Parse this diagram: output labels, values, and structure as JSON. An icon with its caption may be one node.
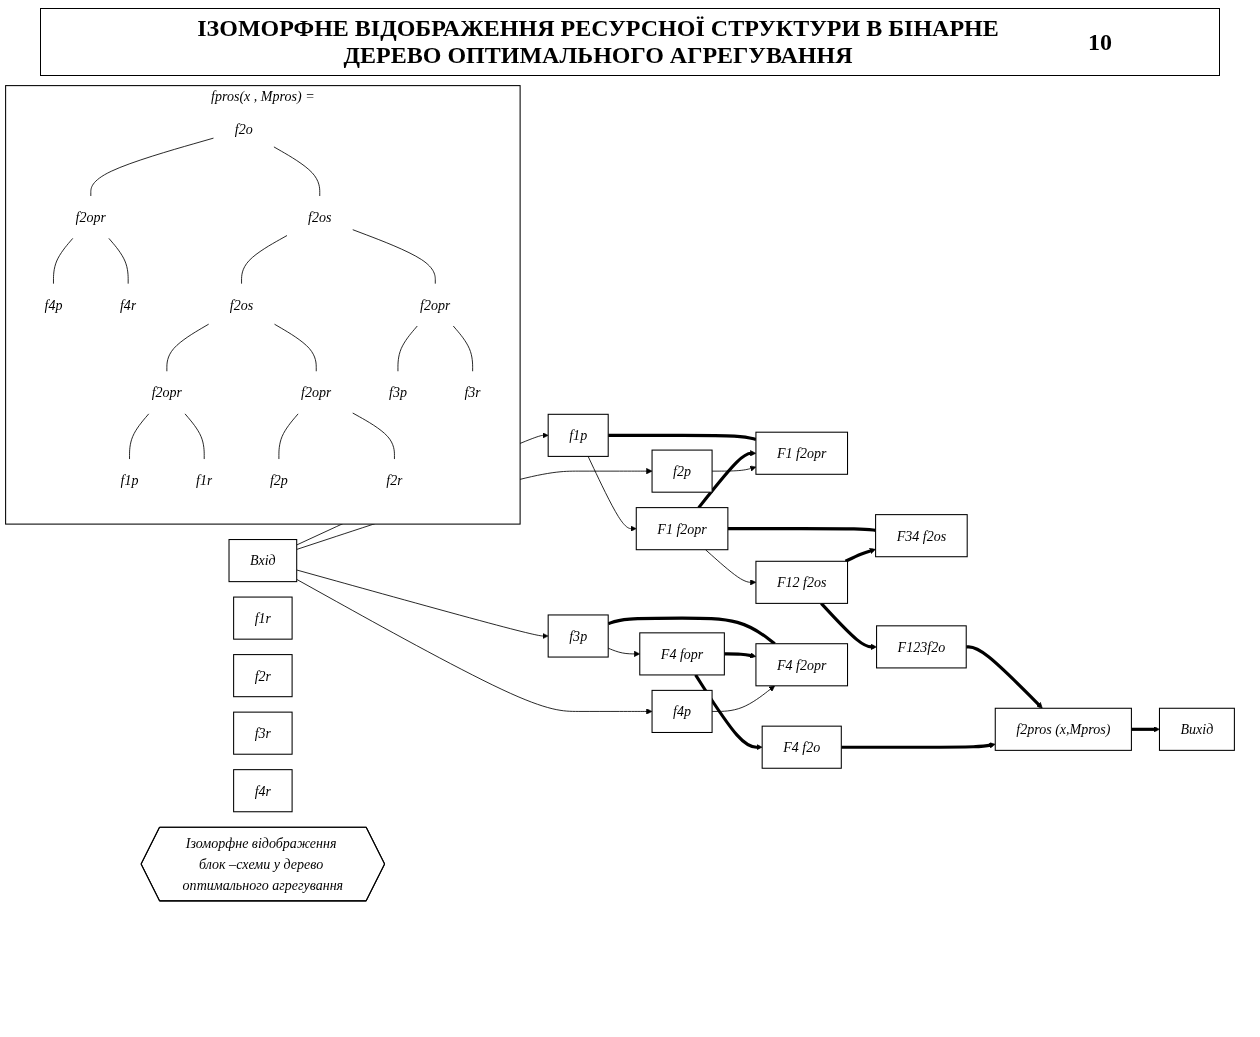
{
  "diagram": {
    "title": "ІЗОМОРФНЕ ВІДОБРАЖЕННЯ РЕСУРСНОЇ СТРУКТУРИ В БІНАРНЕ ДЕРЕВО ОПТИМАЛЬНОГО АГРЕГУВАННЯ",
    "labels": [
      "10"
    ],
    "nodes": [
      {
        "text": [
          "f1p"
        ]
      },
      {
        "text": [
          "f1r"
        ]
      },
      {
        "text": [
          "F1 f2opr"
        ]
      },
      {
        "text": [
          "F1 f2opr"
        ]
      },
      {
        "text": [
          "f2p"
        ]
      },
      {
        "text": [
          "f2r"
        ]
      },
      {
        "text": [
          "F12 f2os"
        ]
      },
      {
        "text": [
          "F34 f2os"
        ]
      },
      {
        "text": [
          "F123f2o"
        ]
      },
      {
        "text": [
          "f2pros (x,Mpros)"
        ]
      },
      {
        "text": [
          "F4 f2o"
        ]
      },
      {
        "text": [
          "f3p"
        ]
      },
      {
        "text": [
          "f3r"
        ]
      },
      {
        "text": [
          "F4 fopr"
        ]
      },
      {
        "text": [
          "F4 f2opr"
        ]
      },
      {
        "text": [
          "f4p"
        ]
      },
      {
        "text": [
          "f4r"
        ]
      },
      {
        "text": [
          "Вхід"
        ]
      },
      {
        "text": [
          "Вихід"
        ]
      },
      {
        "text": [
          "Ізоморфне відображення блок –схеми у дерево оптимального агрегування"
        ]
      },
      {
        "text": [
          "fpros(x , Mpros) ="
        ]
      },
      {
        "text": [
          "f2o"
        ],
        "in": 20
      },
      {
        "text": [
          "f2opr"
        ],
        "in": 20
      },
      {
        "text": [
          "f2os"
        ],
        "in": 20
      },
      {
        "text": [
          "f4p"
        ],
        "in": 20
      },
      {
        "text": [
          "f4r"
        ],
        "in": 20
      },
      {
        "text": [
          "f2os"
        ],
        "in": 20
      },
      {
        "text": [
          "f2opr"
        ],
        "in": 20
      },
      {
        "text": [
          "f2opr"
        ],
        "in": 20
      },
      {
        "text": [
          "f2opr"
        ],
        "in": 20
      },
      {
        "text": [
          "f3p"
        ],
        "in": 20
      },
      {
        "text": [
          "f3r"
        ],
        "in": 20
      },
      {
        "text": [
          "f1p"
        ],
        "in": 20
      },
      {
        "text": [
          "f1r"
        ],
        "in": 20
      },
      {
        "text": [
          "f2p"
        ],
        "in": 20
      },
      {
        "text": [
          "f2r"
        ],
        "in": 20
      }
    ],
    "edges": [
      {
        "from": 17,
        "to": 0,
        "arrow": "to"
      },
      {
        "from": 17,
        "to": 4,
        "arrow": "to"
      },
      {
        "from": 17,
        "to": 11,
        "arrow": "to"
      },
      {
        "from": 17,
        "to": 15,
        "arrow": "to"
      },
      {
        "from": 0,
        "to": 2,
        "arrow": "to"
      },
      {
        "from": 0,
        "to": 3,
        "arrow": "none",
        "style": "thick"
      },
      {
        "from": 2,
        "to": 3,
        "arrow": "to",
        "style": "thick"
      },
      {
        "from": 4,
        "to": 3,
        "arrow": "to"
      },
      {
        "from": 2,
        "to": 6,
        "arrow": "to"
      },
      {
        "from": 2,
        "to": 7,
        "arrow": "none",
        "style": "thick"
      },
      {
        "from": 6,
        "to": 7,
        "arrow": "to",
        "style": "thick"
      },
      {
        "from": 6,
        "to": 8,
        "arrow": "to",
        "style": "thick"
      },
      {
        "from": 8,
        "to": 9,
        "arrow": "to",
        "style": "thick"
      },
      {
        "from": 10,
        "to": 9,
        "arrow": "to",
        "style": "thick"
      },
      {
        "from": 11,
        "to": 13,
        "arrow": "to"
      },
      {
        "from": 11,
        "to": 14,
        "arrow": "none",
        "style": "thick"
      },
      {
        "from": 13,
        "to": 14,
        "arrow": "to",
        "style": "thick"
      },
      {
        "from": 15,
        "to": 14,
        "arrow": "to"
      },
      {
        "from": 13,
        "to": 10,
        "arrow": "to",
        "style": "thick"
      },
      {
        "from": 9,
        "to": 18,
        "arrow": "to",
        "style": "thick"
      },
      {
        "from": 21,
        "to": 22,
        "arrow": "none"
      },
      {
        "from": 21,
        "to": 23,
        "arrow": "none"
      },
      {
        "from": 22,
        "to": 24,
        "arrow": "none"
      },
      {
        "from": 22,
        "to": 25,
        "arrow": "none"
      },
      {
        "from": 23,
        "to": 26,
        "arrow": "none"
      },
      {
        "from": 23,
        "to": 27,
        "arrow": "none"
      },
      {
        "from": 26,
        "to": 28,
        "arrow": "none"
      },
      {
        "from": 26,
        "to": 29,
        "arrow": "none"
      },
      {
        "from": 27,
        "to": 30,
        "arrow": "none"
      },
      {
        "from": 27,
        "to": 31,
        "arrow": "none"
      },
      {
        "from": 28,
        "to": 32,
        "arrow": "none"
      },
      {
        "from": 28,
        "to": 33,
        "arrow": "none"
      },
      {
        "from": 29,
        "to": 34,
        "arrow": "none"
      },
      {
        "from": 29,
        "to": 35,
        "arrow": "none"
      }
    ]
  }
}
